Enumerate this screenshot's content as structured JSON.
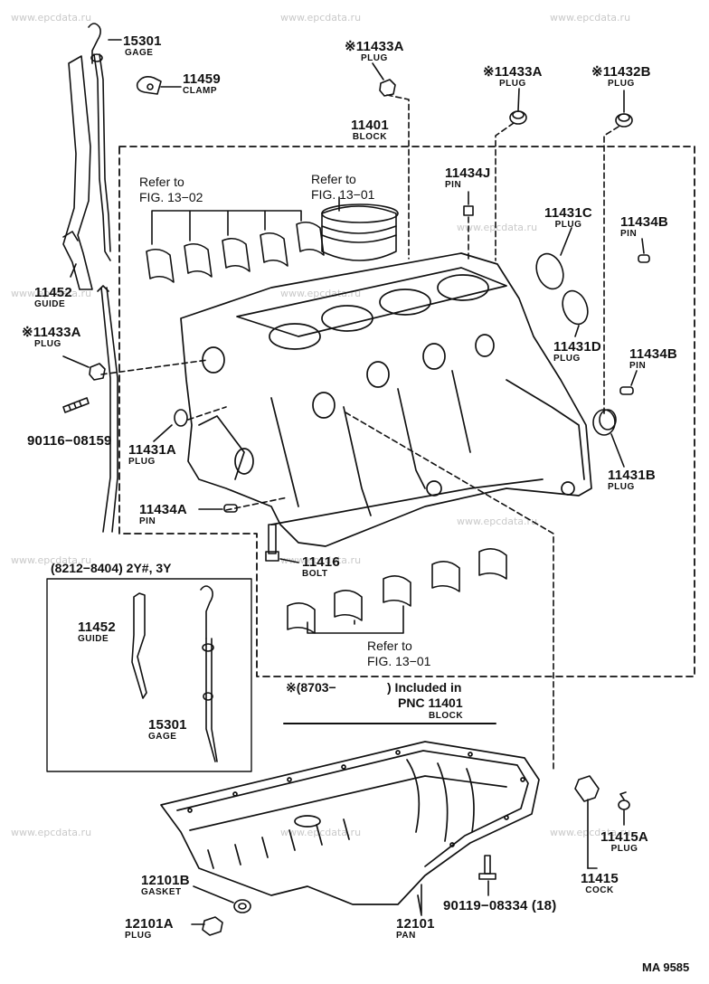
{
  "watermark": "www.epcdata.ru",
  "diagram_code": "MA  9585",
  "note": {
    "line1_a": "※(8703−",
    "line1_b": ") Included in",
    "line2": "PNC 11401",
    "line3": "BLOCK"
  },
  "inset_title": "(8212−8404) 2Y#, 3Y",
  "refs": {
    "fig1302": [
      "Refer to",
      "FIG. 13−02"
    ],
    "fig1301_top": [
      "Refer to",
      "FIG. 13−01"
    ],
    "fig1301_bottom": [
      "Refer to",
      "FIG. 13−01"
    ]
  },
  "parts": [
    {
      "id": "15301-top",
      "pn": "15301",
      "name": "GAGE"
    },
    {
      "id": "11459",
      "pn": "11459",
      "name": "CLAMP"
    },
    {
      "id": "11433A-top",
      "pn": "※11433A",
      "name": "PLUG"
    },
    {
      "id": "11401",
      "pn": "11401",
      "name": "BLOCK"
    },
    {
      "id": "11433A-right",
      "pn": "※11433A",
      "name": "PLUG"
    },
    {
      "id": "11432B",
      "pn": "※11432B",
      "name": "PLUG"
    },
    {
      "id": "11434J",
      "pn": "11434J",
      "name": "PIN"
    },
    {
      "id": "11431C",
      "pn": "11431C",
      "name": "PLUG"
    },
    {
      "id": "11434B-top",
      "pn": "11434B",
      "name": "PIN"
    },
    {
      "id": "11452-top",
      "pn": "11452",
      "name": "GUIDE"
    },
    {
      "id": "11433A-left",
      "pn": "※11433A",
      "name": "PLUG"
    },
    {
      "id": "11431D",
      "pn": "11431D",
      "name": "PLUG"
    },
    {
      "id": "11434B-mid",
      "pn": "11434B",
      "name": "PIN"
    },
    {
      "id": "90116-08159",
      "pn": "90116−08159",
      "name": ""
    },
    {
      "id": "11431A",
      "pn": "11431A",
      "name": "PLUG"
    },
    {
      "id": "11431B",
      "pn": "11431B",
      "name": "PLUG"
    },
    {
      "id": "11434A",
      "pn": "11434A",
      "name": "PIN"
    },
    {
      "id": "11416",
      "pn": "11416",
      "name": "BOLT"
    },
    {
      "id": "11452-inset",
      "pn": "11452",
      "name": "GUIDE"
    },
    {
      "id": "15301-inset",
      "pn": "15301",
      "name": "GAGE"
    },
    {
      "id": "11415A",
      "pn": "11415A",
      "name": "PLUG"
    },
    {
      "id": "11415",
      "pn": "11415",
      "name": "COCK"
    },
    {
      "id": "12101B",
      "pn": "12101B",
      "name": "GASKET"
    },
    {
      "id": "12101A",
      "pn": "12101A",
      "name": "PLUG"
    },
    {
      "id": "90119-08334",
      "pn": "90119−08334 (18)",
      "name": ""
    },
    {
      "id": "12101",
      "pn": "12101",
      "name": "PAN"
    }
  ]
}
